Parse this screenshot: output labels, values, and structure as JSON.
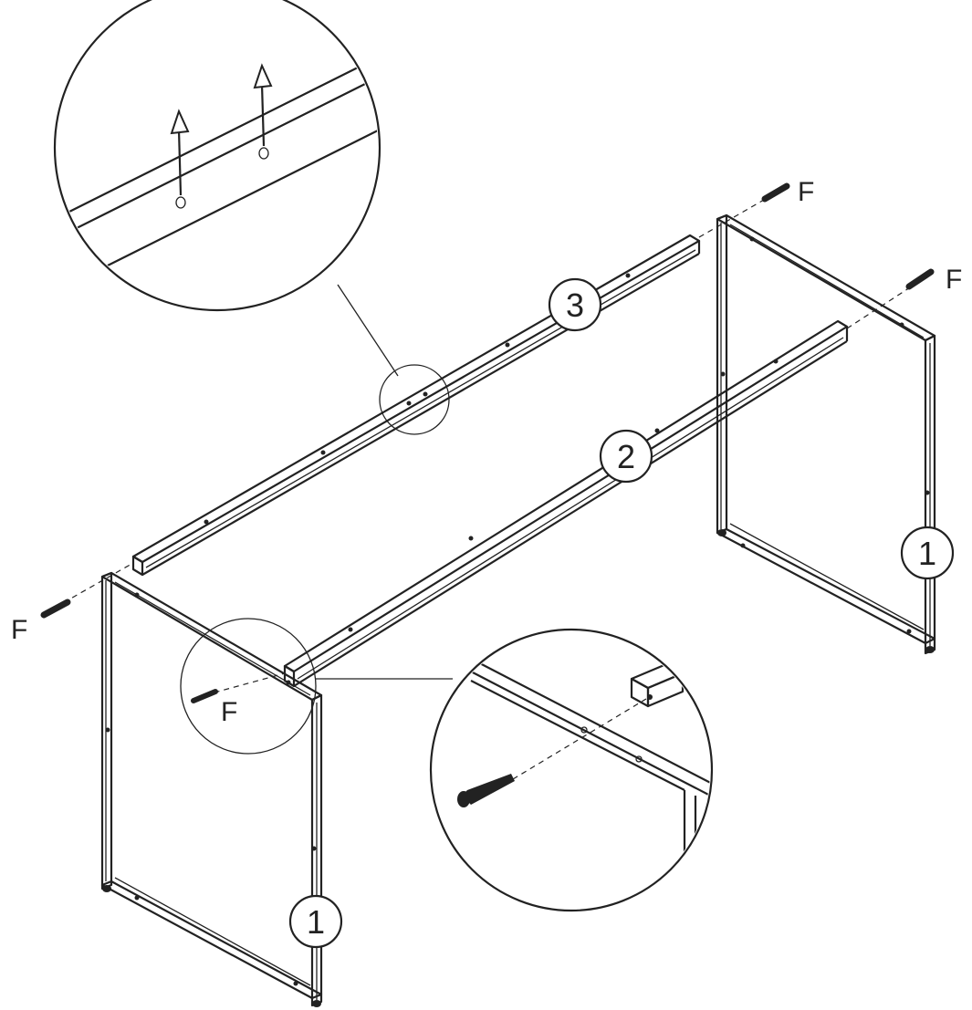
{
  "labels": {
    "part_1": "1",
    "part_2": "2",
    "part_3": "3",
    "fastener": "F"
  },
  "colors": {
    "line": "#222222",
    "background": "#ffffff"
  },
  "icons": {
    "arrow": "up-arrow-icon",
    "bolt": "bolt-icon"
  }
}
